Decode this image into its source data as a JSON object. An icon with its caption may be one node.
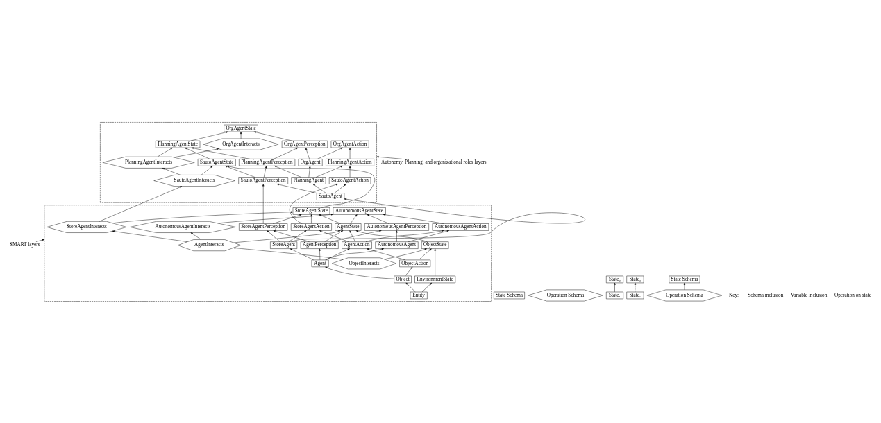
{
  "diagram": {
    "nodes": [
      {
        "text": [],
        "shape": "box"
      },
      {
        "text": [],
        "shape": "box"
      },
      {
        "text": [
          "Autonomy, Planning, and organizational roles layers"
        ]
      },
      {
        "text": [
          "SMART layers"
        ]
      },
      {
        "text": [
          "OrgAgentInteracts"
        ],
        "in": 0
      },
      {
        "text": [
          "OrgAgentState"
        ],
        "in": 0
      },
      {
        "text": [
          "OrgAgentPerception"
        ],
        "in": 0
      },
      {
        "text": [
          "OrgAgentAction"
        ],
        "in": 0
      },
      {
        "text": [
          "OrgAgent"
        ],
        "in": 0
      },
      {
        "text": [
          "PlanningAgentInteracts"
        ],
        "in": 0
      },
      {
        "text": [
          "PlanningAgentState"
        ],
        "in": 0
      },
      {
        "text": [
          "PlanningAgentPerception"
        ],
        "in": 0
      },
      {
        "text": [
          "PlanningAgentAction"
        ],
        "in": 0
      },
      {
        "text": [
          "PlanningAgent"
        ],
        "in": 0
      },
      {
        "text": [
          "SautoAgentInteracts"
        ],
        "in": 0
      },
      {
        "text": [
          "SautoAgentState"
        ],
        "in": 0
      },
      {
        "text": [
          "SautoAgentPerception"
        ],
        "in": 0
      },
      {
        "text": [
          "SautoAgentAction"
        ],
        "in": 0
      },
      {
        "text": [
          "SautoAgent"
        ],
        "in": 0
      },
      {
        "text": [
          "StoreAgentInteracts"
        ],
        "in": 1
      },
      {
        "text": [
          "StoreAgentState"
        ],
        "in": 1
      },
      {
        "text": [
          "StoreAgentPerception"
        ],
        "in": 1
      },
      {
        "text": [
          "StoreAgentAction"
        ],
        "in": 1
      },
      {
        "text": [
          "StoreAgent"
        ],
        "in": 1
      },
      {
        "text": [
          "AutonomousAgentInteracts"
        ],
        "in": 1
      },
      {
        "text": [
          "AutonomousAgentState"
        ],
        "in": 1
      },
      {
        "text": [
          "AutonomousAgentPerception"
        ],
        "in": 1
      },
      {
        "text": [
          "AutonomousAgentAction"
        ],
        "in": 1
      },
      {
        "text": [
          "AutonomousAgent"
        ],
        "in": 1
      },
      {
        "text": [
          "AgentInteracts"
        ],
        "in": 1
      },
      {
        "text": [
          "AgentState"
        ],
        "in": 1
      },
      {
        "text": [
          "AgentPerception"
        ],
        "in": 1
      },
      {
        "text": [
          "AgentAction"
        ],
        "in": 1
      },
      {
        "text": [
          "Agent"
        ],
        "in": 1
      },
      {
        "text": [
          "ObjectInteracts"
        ],
        "in": 1
      },
      {
        "text": [
          "ObjectState"
        ],
        "in": 1
      },
      {
        "text": [
          "ObjectAction"
        ],
        "in": 1
      },
      {
        "text": [
          "Object"
        ],
        "in": 1
      },
      {
        "text": [
          "EnvironmentState"
        ],
        "in": 1
      },
      {
        "text": [
          "Entity"
        ],
        "in": 1
      },
      {
        "text": [
          "State Schema"
        ]
      },
      {
        "text": [
          "Operation Schema"
        ]
      },
      {
        "text": [
          "State₁"
        ]
      },
      {
        "text": [
          "State₂"
        ]
      },
      {
        "text": [
          "State₁"
        ]
      },
      {
        "text": [
          "State₂"
        ]
      },
      {
        "text": [
          "Operation Schema"
        ]
      },
      {
        "text": [
          "State Schema"
        ]
      }
    ],
    "edges": [
      {
        "from": 2,
        "to": 0,
        "arrow": "to"
      },
      {
        "from": 3,
        "to": 1,
        "arrow": "to"
      },
      {
        "from": 4,
        "to": 5,
        "arrow": "to"
      },
      {
        "from": 9,
        "to": 4,
        "arrow": "to"
      },
      {
        "from": 14,
        "to": 9,
        "arrow": "to"
      },
      {
        "from": 19,
        "to": 14,
        "arrow": "to"
      },
      {
        "from": 9,
        "to": 10,
        "arrow": "to"
      },
      {
        "from": 14,
        "to": 15,
        "arrow": "to"
      },
      {
        "from": 19,
        "to": 20,
        "arrow": "to"
      },
      {
        "from": 24,
        "to": 25,
        "arrow": "to"
      },
      {
        "from": 29,
        "to": 30,
        "arrow": "to"
      },
      {
        "from": 34,
        "to": 35,
        "arrow": "to"
      },
      {
        "from": 29,
        "to": 24,
        "arrow": "to"
      },
      {
        "from": 29,
        "to": 19,
        "arrow": "to"
      },
      {
        "from": 34,
        "to": 29,
        "arrow": "to"
      },
      {
        "from": 10,
        "to": 5,
        "arrow": "to"
      },
      {
        "from": 15,
        "to": 10,
        "arrow": "to"
      },
      {
        "from": 20,
        "to": 15,
        "arrow": "to"
      },
      {
        "from": 30,
        "to": 25,
        "arrow": "to"
      },
      {
        "from": 30,
        "to": 20,
        "arrow": "to"
      },
      {
        "from": 35,
        "to": 30,
        "arrow": "to"
      },
      {
        "from": 38,
        "to": 35,
        "arrow": "to"
      },
      {
        "from": 6,
        "to": 5,
        "arrow": "to"
      },
      {
        "from": 11,
        "to": 10,
        "arrow": "to"
      },
      {
        "from": 16,
        "to": 15,
        "arrow": "to"
      },
      {
        "from": 21,
        "to": 20,
        "arrow": "to"
      },
      {
        "from": 22,
        "to": 20,
        "arrow": "to"
      },
      {
        "from": 26,
        "to": 25,
        "arrow": "to"
      },
      {
        "from": 27,
        "to": 25,
        "arrow": "to"
      },
      {
        "from": 31,
        "to": 30,
        "arrow": "to"
      },
      {
        "from": 32,
        "to": 30,
        "arrow": "to"
      },
      {
        "from": 36,
        "to": 35,
        "arrow": "to"
      },
      {
        "from": 11,
        "to": 6,
        "arrow": "to"
      },
      {
        "from": 16,
        "to": 11,
        "arrow": "to"
      },
      {
        "from": 21,
        "to": 16,
        "arrow": "to"
      },
      {
        "from": 31,
        "to": 21,
        "arrow": "to"
      },
      {
        "from": 31,
        "to": 26,
        "arrow": "to"
      },
      {
        "from": 12,
        "to": 7,
        "arrow": "to"
      },
      {
        "from": 17,
        "to": 12,
        "arrow": "to"
      },
      {
        "from": 22,
        "to": 17,
        "arrow": "to"
      },
      {
        "from": 32,
        "to": 22,
        "arrow": "to"
      },
      {
        "from": 32,
        "to": 27,
        "arrow": "to"
      },
      {
        "from": 36,
        "to": 32,
        "arrow": "to"
      },
      {
        "from": 13,
        "to": 8,
        "arrow": "to"
      },
      {
        "from": 18,
        "to": 13,
        "arrow": "to"
      },
      {
        "from": 23,
        "to": 18,
        "arrow": "to"
      },
      {
        "from": 33,
        "to": 28,
        "arrow": "to"
      },
      {
        "from": 33,
        "to": 23,
        "arrow": "to"
      },
      {
        "from": 37,
        "to": 33,
        "arrow": "to"
      },
      {
        "from": 39,
        "to": 37,
        "arrow": "to"
      },
      {
        "from": 8,
        "to": 6,
        "arrow": "to"
      },
      {
        "from": 8,
        "to": 7,
        "arrow": "to"
      },
      {
        "from": 13,
        "to": 11,
        "arrow": "to"
      },
      {
        "from": 13,
        "to": 12,
        "arrow": "to"
      },
      {
        "from": 18,
        "to": 16,
        "arrow": "to"
      },
      {
        "from": 18,
        "to": 17,
        "arrow": "to"
      },
      {
        "from": 23,
        "to": 21,
        "arrow": "to"
      },
      {
        "from": 23,
        "to": 22,
        "arrow": "to"
      },
      {
        "from": 28,
        "to": 26,
        "arrow": "to"
      },
      {
        "from": 28,
        "to": 27,
        "arrow": "to"
      },
      {
        "from": 33,
        "to": 31,
        "arrow": "to"
      },
      {
        "from": 33,
        "to": 32,
        "arrow": "to"
      },
      {
        "from": 37,
        "to": 36,
        "arrow": "to"
      },
      {
        "from": 39,
        "to": 38,
        "arrow": "to"
      },
      {
        "from": 42,
        "to": 43,
        "arrow": "to"
      },
      {
        "from": 44,
        "to": 45,
        "arrow": "to",
        "style": "dashed"
      },
      {
        "from": 46,
        "to": 47,
        "arrow": "to"
      }
    ],
    "labels": [
      "Key:",
      "Schema inclusion",
      "Variable inclusion",
      "Operation on state"
    ]
  }
}
